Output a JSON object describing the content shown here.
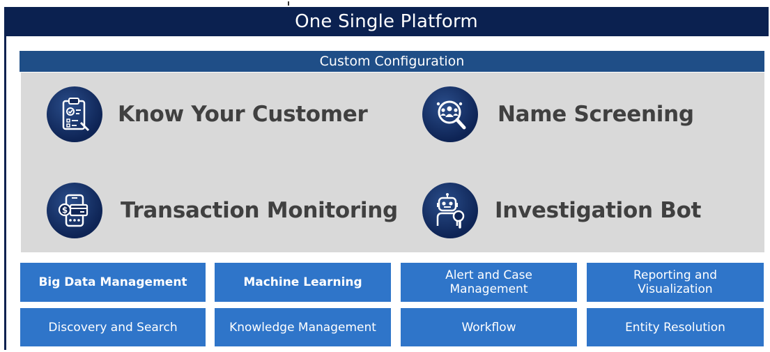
{
  "header": {
    "title": "One Single Platform"
  },
  "config": {
    "label": "Custom Configuration"
  },
  "modules": [
    {
      "label": "Know Your Customer",
      "icon": "kyc-clipboard-icon"
    },
    {
      "label": "Name Screening",
      "icon": "people-magnifier-icon"
    },
    {
      "label": "Transaction Monitoring",
      "icon": "phone-payment-icon"
    },
    {
      "label": "Investigation Bot",
      "icon": "robot-magnifier-icon"
    }
  ],
  "capabilities": [
    {
      "label": "Big Data Management",
      "emphasis": true
    },
    {
      "label": "Machine Learning",
      "emphasis": true
    },
    {
      "label": "Alert and Case Management",
      "emphasis": false
    },
    {
      "label": "Reporting and Visualization",
      "emphasis": false
    },
    {
      "label": "Discovery and Search",
      "emphasis": false
    },
    {
      "label": "Knowledge Management",
      "emphasis": false
    },
    {
      "label": "Workflow",
      "emphasis": false
    },
    {
      "label": "Entity Resolution",
      "emphasis": false
    }
  ],
  "colors": {
    "title_bar": "#0b2150",
    "config_bar": "#1f4e87",
    "panel": "#d9d9d9",
    "tile": "#2f75c9",
    "module_text": "#404040"
  }
}
